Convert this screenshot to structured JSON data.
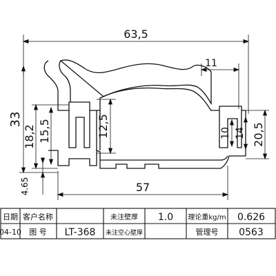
{
  "dimensions": {
    "overall_width": "63,5",
    "top_right_offset": "11",
    "overall_height": "33",
    "left_outer": "18,2",
    "left_inner": "15,5",
    "center_slot": "12,5",
    "right_slot_a": "10",
    "right_slot_b": "14",
    "right_outer": "20,5",
    "base_height": "4.65",
    "bottom_width": "57"
  },
  "title_block": {
    "row1": {
      "c0": "日期",
      "c1": "客户名称",
      "c2": "",
      "c3": "未注壁厚",
      "c4": "1.0",
      "c5": "理论重kg/m",
      "c6": "0.626"
    },
    "row2": {
      "c0": "04-10",
      "c1": "图  号",
      "c2": "LT-368",
      "c3": "未注空心壁厚",
      "c4": "",
      "c5": "管理号",
      "c6": "0563"
    }
  }
}
